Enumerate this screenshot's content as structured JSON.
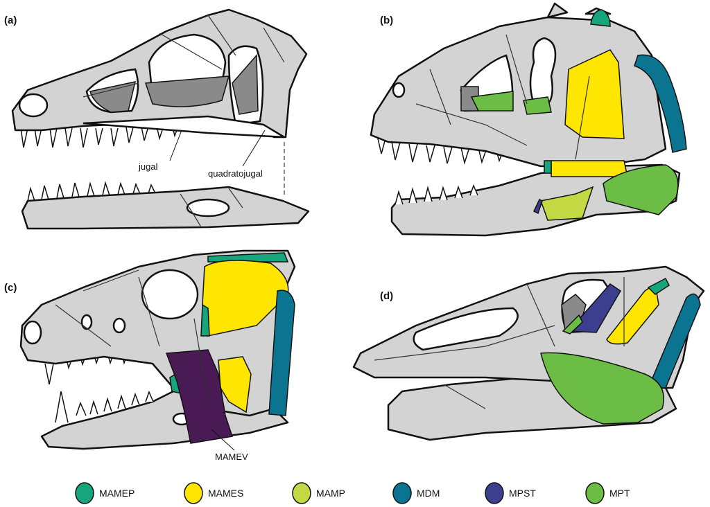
{
  "panels": {
    "a": {
      "label": "(a)",
      "annotations": [
        "jugal",
        "quadratojugal"
      ]
    },
    "b": {
      "label": "(b)"
    },
    "c": {
      "label": "(c)",
      "annotations": [
        "MAMEV"
      ]
    },
    "d": {
      "label": "(d)"
    }
  },
  "colors": {
    "MAMEP": "#17a67b",
    "MAMES": "#ffe600",
    "MAMP": "#c3d943",
    "MDM": "#0b7490",
    "MPST": "#3b3f8e",
    "MPT": "#6cbd45",
    "MAMEV": "#4a1a55",
    "bone": "#d3d3d3"
  },
  "legend": [
    {
      "key": "MAMEP",
      "label": "MAMEP"
    },
    {
      "key": "MAMES",
      "label": "MAMES"
    },
    {
      "key": "MAMP",
      "label": "MAMP"
    },
    {
      "key": "MDM",
      "label": "MDM"
    },
    {
      "key": "MPST",
      "label": "MPST"
    },
    {
      "key": "MPT",
      "label": "MPT"
    }
  ]
}
